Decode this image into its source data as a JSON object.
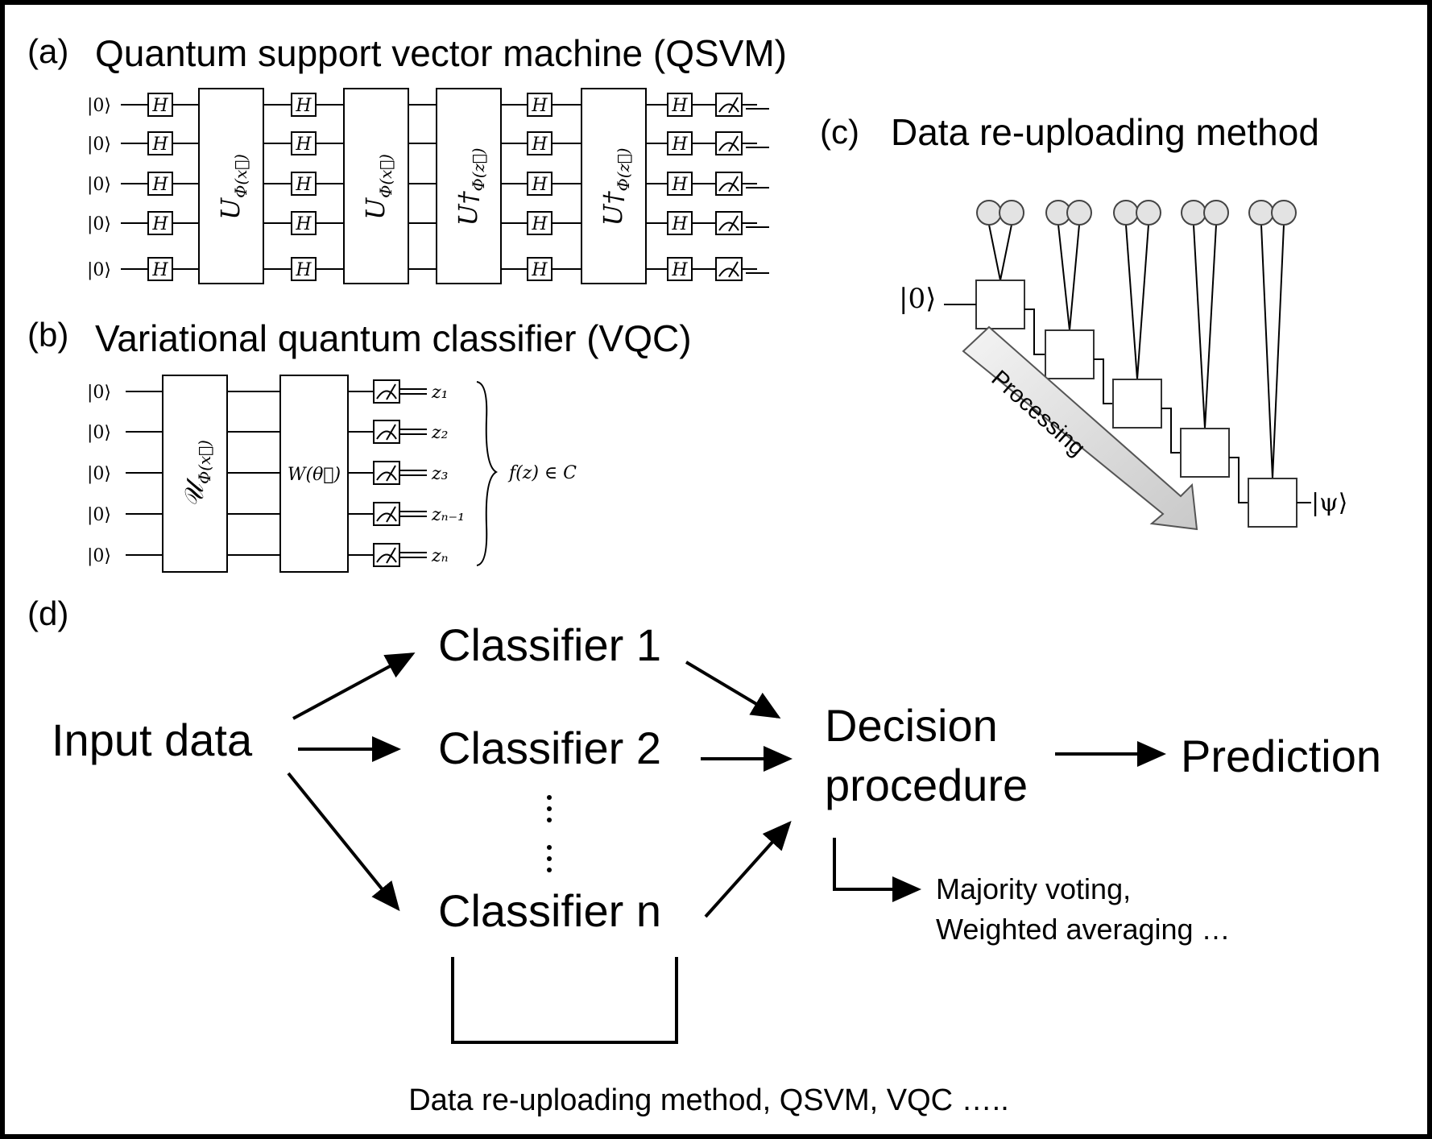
{
  "panels": {
    "a": {
      "letter": "(a)",
      "title": "Quantum support vector machine (QSVM)"
    },
    "b": {
      "letter": "(b)",
      "title": "Variational quantum classifier (VQC)"
    },
    "c": {
      "letter": "(c)",
      "title": "Data re-uploading method"
    },
    "d": {
      "letter": "(d)"
    }
  },
  "qsvm": {
    "ket_label": "|0⟩",
    "hadamard": "H",
    "gate_labels": [
      "U_Φ(x⃗)",
      "U_Φ(x⃗)",
      "U†_Φ(z⃗)",
      "U†_Φ(z⃗)"
    ]
  },
  "vqc": {
    "ket_label": "|0⟩",
    "feature_map": "𝒰_Φ(x⃗)",
    "variational": "W(θ⃗)",
    "outputs": [
      "z₁",
      "z₂",
      "z₃",
      "zₙ₋₁",
      "zₙ"
    ],
    "function": "f(z) ∈ C"
  },
  "reupload": {
    "input": "|0⟩",
    "output": "|ψ⟩",
    "arrow_label": "Processing"
  },
  "ensemble": {
    "input": "Input data",
    "classifiers": [
      "Classifier 1",
      "Classifier 2",
      "Classifier n"
    ],
    "decision_line1": "Decision",
    "decision_line2": "procedure",
    "prediction": "Prediction",
    "methods_line1": "Majority voting,",
    "methods_line2": "Weighted averaging …",
    "footer": "Data re-uploading method, QSVM, VQC ….."
  }
}
